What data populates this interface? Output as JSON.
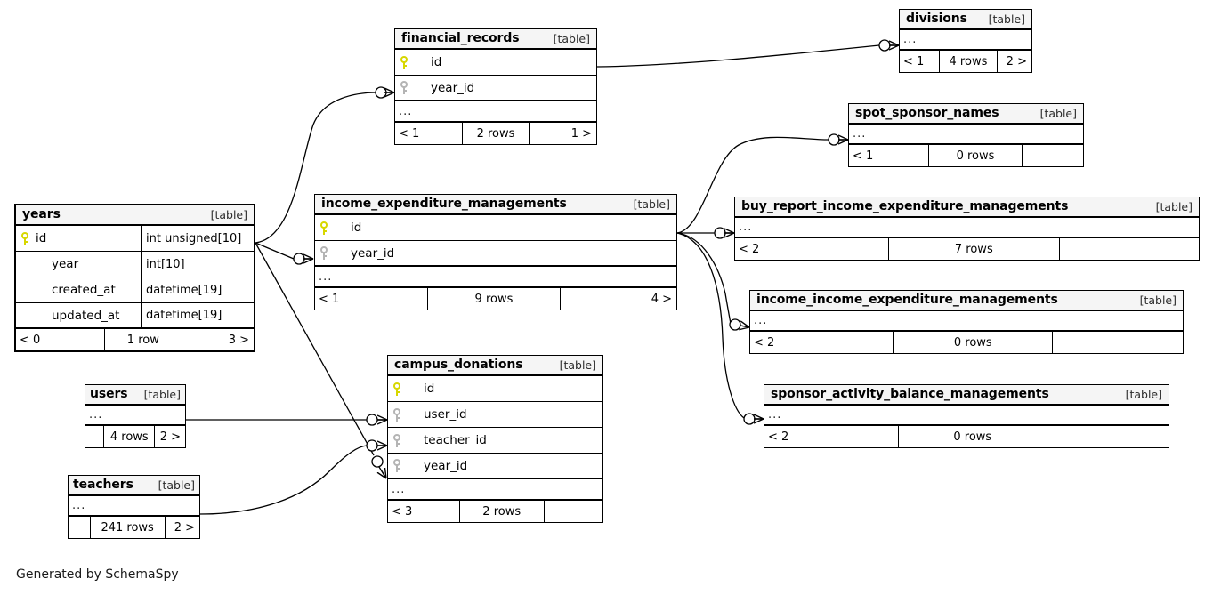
{
  "diagram": {
    "generator_note": "Generated by SchemaSpy",
    "table_tag": "[table]",
    "ellipsis": "...",
    "accent_pk_color": "#d7d700",
    "accent_fk_color": "#b4b4b4",
    "header_bg": "#f5f5f5",
    "line_color": "#000000"
  },
  "tables": {
    "years": {
      "name": "years",
      "tag": "[table]",
      "columns": [
        {
          "name": "id",
          "type": "int unsigned[10]",
          "key": "pk"
        },
        {
          "name": "year",
          "type": "int[10]",
          "key": "none"
        },
        {
          "name": "created_at",
          "type": "datetime[19]",
          "key": "none"
        },
        {
          "name": "updated_at",
          "type": "datetime[19]",
          "key": "none"
        }
      ],
      "footer": {
        "left": "< 0",
        "mid": "1 row",
        "right": "3 >"
      }
    },
    "financial_records": {
      "name": "financial_records",
      "tag": "[table]",
      "columns": [
        {
          "name": "id",
          "type": "",
          "key": "pk"
        },
        {
          "name": "year_id",
          "type": "",
          "key": "fk"
        }
      ],
      "ellipsis": "...",
      "footer": {
        "left": "< 1",
        "mid": "2 rows",
        "right": "1 >"
      }
    },
    "divisions": {
      "name": "divisions",
      "tag": "[table]",
      "ellipsis": "...",
      "footer": {
        "left": "< 1",
        "mid": "4 rows",
        "right": "2 >"
      }
    },
    "spot_sponsor_names": {
      "name": "spot_sponsor_names",
      "tag": "[table]",
      "ellipsis": "...",
      "footer": {
        "left": "< 1",
        "mid": "0 rows",
        "right": ""
      }
    },
    "income_expenditure_managements": {
      "name": "income_expenditure_managements",
      "tag": "[table]",
      "columns": [
        {
          "name": "id",
          "type": "",
          "key": "pk"
        },
        {
          "name": "year_id",
          "type": "",
          "key": "fk"
        }
      ],
      "ellipsis": "...",
      "footer": {
        "left": "< 1",
        "mid": "9 rows",
        "right": "4 >"
      }
    },
    "buy_report_income_expenditure_managements": {
      "name": "buy_report_income_expenditure_managements",
      "tag": "[table]",
      "ellipsis": "...",
      "footer": {
        "left": "< 2",
        "mid": "7 rows",
        "right": ""
      }
    },
    "income_income_expenditure_managements": {
      "name": "income_income_expenditure_managements",
      "tag": "[table]",
      "ellipsis": "...",
      "footer": {
        "left": "< 2",
        "mid": "0 rows",
        "right": ""
      }
    },
    "sponsor_activity_balance_managements": {
      "name": "sponsor_activity_balance_managements",
      "tag": "[table]",
      "ellipsis": "...",
      "footer": {
        "left": "< 2",
        "mid": "0 rows",
        "right": ""
      }
    },
    "campus_donations": {
      "name": "campus_donations",
      "tag": "[table]",
      "columns": [
        {
          "name": "id",
          "type": "",
          "key": "pk"
        },
        {
          "name": "user_id",
          "type": "",
          "key": "fk"
        },
        {
          "name": "teacher_id",
          "type": "",
          "key": "fk"
        },
        {
          "name": "year_id",
          "type": "",
          "key": "fk"
        }
      ],
      "ellipsis": "...",
      "footer": {
        "left": "< 3",
        "mid": "2 rows",
        "right": ""
      }
    },
    "users": {
      "name": "users",
      "tag": "[table]",
      "ellipsis": "...",
      "footer": {
        "left": "",
        "mid": "4 rows",
        "right": "2 >"
      }
    },
    "teachers": {
      "name": "teachers",
      "tag": "[table]",
      "ellipsis": "...",
      "footer": {
        "left": "",
        "mid": "241 rows",
        "right": "2 >"
      }
    }
  },
  "relationships": [
    {
      "from": "years.id",
      "to": "financial_records.year_id"
    },
    {
      "from": "years.id",
      "to": "income_expenditure_managements.year_id"
    },
    {
      "from": "years.id",
      "to": "campus_donations.year_id"
    },
    {
      "from": "financial_records.id",
      "to": "divisions"
    },
    {
      "from": "income_expenditure_managements.id",
      "to": "spot_sponsor_names"
    },
    {
      "from": "income_expenditure_managements.id",
      "to": "buy_report_income_expenditure_managements"
    },
    {
      "from": "income_expenditure_managements.id",
      "to": "income_income_expenditure_managements"
    },
    {
      "from": "income_expenditure_managements.id",
      "to": "sponsor_activity_balance_managements"
    },
    {
      "from": "users",
      "to": "campus_donations.user_id"
    },
    {
      "from": "teachers",
      "to": "campus_donations.teacher_id"
    }
  ]
}
